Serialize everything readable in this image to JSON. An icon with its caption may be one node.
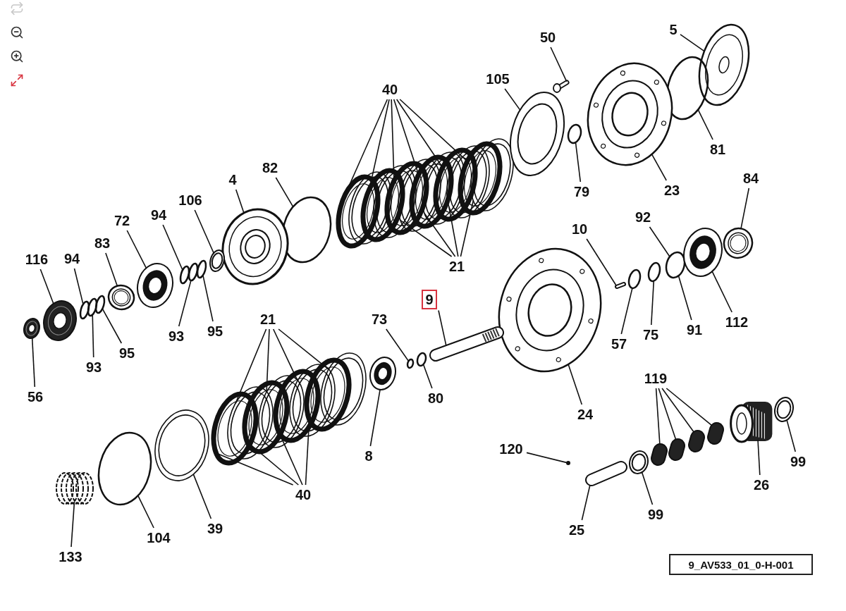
{
  "diagram": {
    "nodes": [
      {
        "text": [
          "50"
        ]
      },
      {
        "text": [
          "5"
        ]
      },
      {
        "text": [
          "40"
        ]
      },
      {
        "text": [
          "105"
        ]
      },
      {
        "text": [
          "81"
        ]
      },
      {
        "text": [
          "82"
        ]
      },
      {
        "text": [
          "4"
        ]
      },
      {
        "text": [
          "84"
        ]
      },
      {
        "text": [
          "23"
        ]
      },
      {
        "text": [
          "79"
        ]
      },
      {
        "text": [
          "106"
        ]
      },
      {
        "text": [
          "94"
        ]
      },
      {
        "text": [
          "72"
        ]
      },
      {
        "text": [
          "92"
        ]
      },
      {
        "text": [
          "10"
        ]
      },
      {
        "text": [
          "83"
        ]
      },
      {
        "text": [
          "116"
        ]
      },
      {
        "text": [
          "94"
        ]
      },
      {
        "text": [
          "21"
        ]
      },
      {
        "text": [
          "9"
        ]
      },
      {
        "text": [
          "21"
        ]
      },
      {
        "text": [
          "73"
        ]
      },
      {
        "text": [
          "112"
        ]
      },
      {
        "text": [
          "91"
        ]
      },
      {
        "text": [
          "95"
        ]
      },
      {
        "text": [
          "75"
        ]
      },
      {
        "text": [
          "93"
        ]
      },
      {
        "text": [
          "57"
        ]
      },
      {
        "text": [
          "95"
        ]
      },
      {
        "text": [
          "93"
        ]
      },
      {
        "text": [
          "119"
        ]
      },
      {
        "text": [
          "56"
        ]
      },
      {
        "text": [
          "80"
        ]
      },
      {
        "text": [
          "24"
        ]
      },
      {
        "text": [
          "120"
        ]
      },
      {
        "text": [
          "8"
        ]
      },
      {
        "text": [
          "99"
        ]
      },
      {
        "text": [
          "26"
        ]
      },
      {
        "text": [
          "40"
        ]
      },
      {
        "text": [
          "99"
        ]
      },
      {
        "text": [
          "39"
        ]
      },
      {
        "text": [
          "25"
        ]
      },
      {
        "text": [
          "104"
        ]
      },
      {
        "text": [
          "133"
        ]
      },
      {
        "text": [
          "9_AV533_01_0-H-001"
        ]
      },
      {
        "text": [],
        "shape": "bolt"
      },
      {
        "text": [],
        "shape": "cover"
      },
      {
        "text": [],
        "shape": "disc"
      },
      {
        "text": [],
        "shape": "plate"
      },
      {
        "text": [],
        "shape": "disc"
      },
      {
        "text": [],
        "shape": "plate"
      },
      {
        "text": [],
        "shape": "disc"
      },
      {
        "text": [],
        "shape": "plate"
      },
      {
        "text": [],
        "shape": "disc"
      },
      {
        "text": [],
        "shape": "plate"
      },
      {
        "text": [],
        "shape": "disc"
      },
      {
        "text": [],
        "shape": "plate"
      },
      {
        "text": [],
        "shape": "disc"
      },
      {
        "text": [],
        "shape": "plate"
      },
      {
        "text": [],
        "shape": "washer"
      },
      {
        "text": [],
        "shape": "ring"
      },
      {
        "text": [],
        "shape": "ring"
      },
      {
        "text": [],
        "shape": "piston"
      },
      {
        "text": [],
        "shape": "bushing"
      },
      {
        "text": [],
        "shape": "housing"
      },
      {
        "text": [],
        "shape": "ring"
      },
      {
        "text": [],
        "shape": "washer"
      },
      {
        "text": [],
        "shape": "ring"
      },
      {
        "text": [],
        "shape": "ring"
      },
      {
        "text": [],
        "shape": "ring"
      },
      {
        "text": [],
        "shape": "seal"
      },
      {
        "text": [],
        "shape": "ring"
      },
      {
        "text": [],
        "shape": "pin"
      },
      {
        "text": [],
        "shape": "bushing"
      },
      {
        "text": [],
        "shape": "bearing"
      },
      {
        "text": [],
        "shape": "ring"
      },
      {
        "text": [],
        "shape": "ring"
      },
      {
        "text": [],
        "shape": "ring"
      },
      {
        "text": [],
        "shape": "bearing"
      },
      {
        "text": [],
        "shape": "ring"
      },
      {
        "text": [],
        "shape": "ring"
      },
      {
        "text": [],
        "shape": "seal"
      },
      {
        "text": [],
        "shape": "housing"
      },
      {
        "text": [],
        "shape": "shaft"
      },
      {
        "text": [],
        "shape": "ring"
      },
      {
        "text": [],
        "shape": "ring"
      },
      {
        "text": [],
        "shape": "seal"
      },
      {
        "text": [],
        "shape": "disc"
      },
      {
        "text": [],
        "shape": "plate"
      },
      {
        "text": [],
        "shape": "disc"
      },
      {
        "text": [],
        "shape": "plate"
      },
      {
        "text": [],
        "shape": "disc"
      },
      {
        "text": [],
        "shape": "plate"
      },
      {
        "text": [],
        "shape": "disc"
      },
      {
        "text": [],
        "shape": "plate"
      },
      {
        "text": [],
        "shape": "plate"
      },
      {
        "text": [],
        "shape": "ring"
      },
      {
        "text": [],
        "shape": "spring"
      },
      {
        "text": [],
        "shape": "dot"
      },
      {
        "text": [],
        "shape": "pin"
      },
      {
        "text": [],
        "shape": "washer"
      },
      {
        "text": [],
        "shape": "roller"
      },
      {
        "text": [],
        "shape": "roller"
      },
      {
        "text": [],
        "shape": "roller"
      },
      {
        "text": [],
        "shape": "roller"
      },
      {
        "text": [],
        "shape": "gear"
      },
      {
        "text": [],
        "shape": "washer"
      }
    ],
    "edges": [
      {
        "from": 0,
        "to": 45,
        "arrow": "none"
      },
      {
        "from": 1,
        "to": 46,
        "arrow": "none"
      },
      {
        "from": 2,
        "to": 47,
        "arrow": "none"
      },
      {
        "from": 2,
        "to": 49,
        "arrow": "none"
      },
      {
        "from": 2,
        "to": 51,
        "arrow": "none"
      },
      {
        "from": 2,
        "to": 53,
        "arrow": "none"
      },
      {
        "from": 2,
        "to": 55,
        "arrow": "none"
      },
      {
        "from": 2,
        "to": 57,
        "arrow": "none"
      },
      {
        "from": 3,
        "to": 59,
        "arrow": "none"
      },
      {
        "from": 4,
        "to": 60,
        "arrow": "none"
      },
      {
        "from": 5,
        "to": 61,
        "arrow": "none"
      },
      {
        "from": 6,
        "to": 62,
        "arrow": "none"
      },
      {
        "from": 7,
        "to": 63,
        "arrow": "none"
      },
      {
        "from": 8,
        "to": 64,
        "arrow": "none"
      },
      {
        "from": 9,
        "to": 65,
        "arrow": "none"
      },
      {
        "from": 10,
        "to": 66,
        "arrow": "none"
      },
      {
        "from": 11,
        "to": 67,
        "arrow": "none"
      },
      {
        "from": 12,
        "to": 70,
        "arrow": "none"
      },
      {
        "from": 13,
        "to": 71,
        "arrow": "none"
      },
      {
        "from": 14,
        "to": 72,
        "arrow": "none"
      },
      {
        "from": 15,
        "to": 73,
        "arrow": "none"
      },
      {
        "from": 16,
        "to": 74,
        "arrow": "none"
      },
      {
        "from": 17,
        "to": 75,
        "arrow": "none"
      },
      {
        "from": 18,
        "to": 52,
        "arrow": "none"
      },
      {
        "from": 18,
        "to": 54,
        "arrow": "none"
      },
      {
        "from": 18,
        "to": 56,
        "arrow": "none"
      },
      {
        "from": 18,
        "to": 58,
        "arrow": "none"
      },
      {
        "from": 19,
        "to": 83,
        "arrow": "none"
      },
      {
        "from": 20,
        "to": 88,
        "arrow": "none"
      },
      {
        "from": 20,
        "to": 90,
        "arrow": "none"
      },
      {
        "from": 20,
        "to": 92,
        "arrow": "none"
      },
      {
        "from": 20,
        "to": 94,
        "arrow": "none"
      },
      {
        "from": 21,
        "to": 84,
        "arrow": "none"
      },
      {
        "from": 22,
        "to": 81,
        "arrow": "none"
      },
      {
        "from": 23,
        "to": 71,
        "arrow": "none"
      },
      {
        "from": 24,
        "to": 69,
        "arrow": "none"
      },
      {
        "from": 25,
        "to": 80,
        "arrow": "none"
      },
      {
        "from": 26,
        "to": 68,
        "arrow": "none"
      },
      {
        "from": 27,
        "to": 79,
        "arrow": "none"
      },
      {
        "from": 28,
        "to": 77,
        "arrow": "none"
      },
      {
        "from": 29,
        "to": 76,
        "arrow": "none"
      },
      {
        "from": 30,
        "to": 101,
        "arrow": "none"
      },
      {
        "from": 30,
        "to": 102,
        "arrow": "none"
      },
      {
        "from": 30,
        "to": 103,
        "arrow": "none"
      },
      {
        "from": 30,
        "to": 104,
        "arrow": "none"
      },
      {
        "from": 31,
        "to": 78,
        "arrow": "none"
      },
      {
        "from": 32,
        "to": 85,
        "arrow": "none"
      },
      {
        "from": 33,
        "to": 82,
        "arrow": "none"
      },
      {
        "from": 34,
        "to": 98,
        "arrow": "none"
      },
      {
        "from": 35,
        "to": 86,
        "arrow": "none"
      },
      {
        "from": 36,
        "to": 106,
        "arrow": "none"
      },
      {
        "from": 37,
        "to": 105,
        "arrow": "none"
      },
      {
        "from": 38,
        "to": 87,
        "arrow": "none"
      },
      {
        "from": 38,
        "to": 89,
        "arrow": "none"
      },
      {
        "from": 38,
        "to": 91,
        "arrow": "none"
      },
      {
        "from": 38,
        "to": 93,
        "arrow": "none"
      },
      {
        "from": 39,
        "to": 100,
        "arrow": "none"
      },
      {
        "from": 40,
        "to": 95,
        "arrow": "none"
      },
      {
        "from": 42,
        "to": 96,
        "arrow": "none"
      },
      {
        "from": 41,
        "to": 99,
        "arrow": "none"
      },
      {
        "from": 43,
        "to": 97,
        "arrow": "none"
      }
    ]
  }
}
